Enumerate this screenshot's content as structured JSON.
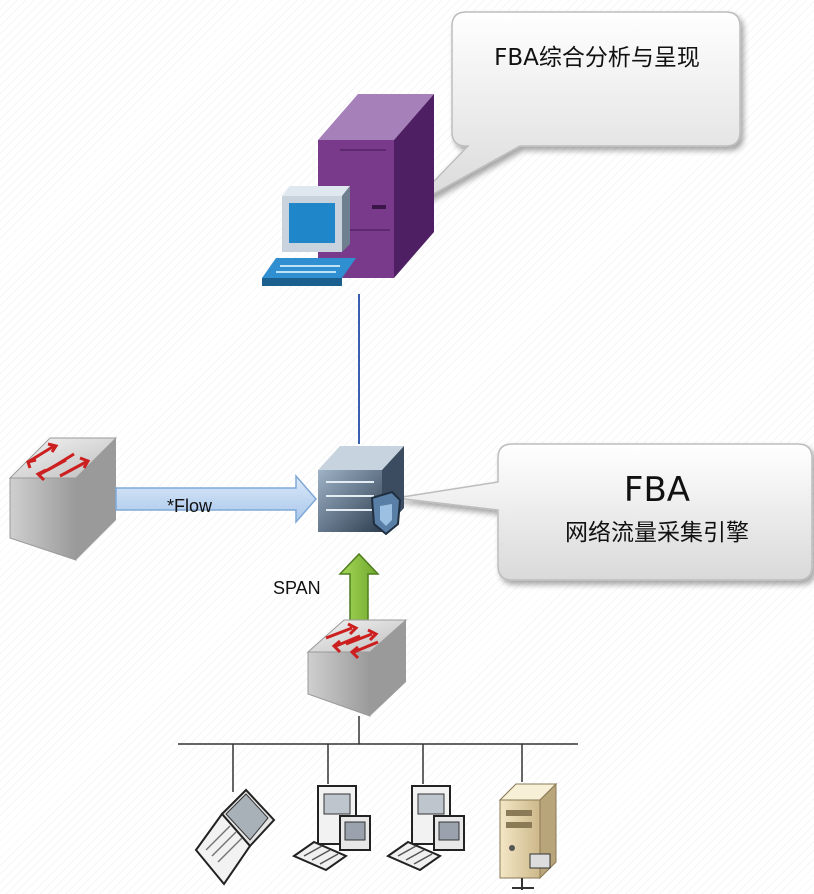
{
  "callouts": {
    "analysis": "FBA综合分析与呈现",
    "engine_title": "FBA",
    "engine_subtitle": "网络流量采集引擎"
  },
  "links": {
    "flow_label": "*Flow",
    "span_label": "SPAN"
  },
  "nodes": {
    "workstation_icon": "purple-server-workstation-icon",
    "engine_icon": "probe-appliance-icon",
    "flow_source_icon": "router-switch-icon",
    "access_switch_icon": "switch-icon",
    "endpoints": [
      "laptop-icon",
      "desktop-pc-icon",
      "desktop-pc-icon",
      "server-tower-icon"
    ]
  },
  "colors": {
    "server_purple": "#7a3a8c",
    "flow_arrow": "#b8d3f0",
    "span_arrow": "#8cc63f",
    "link_line": "#3a5fb0"
  }
}
